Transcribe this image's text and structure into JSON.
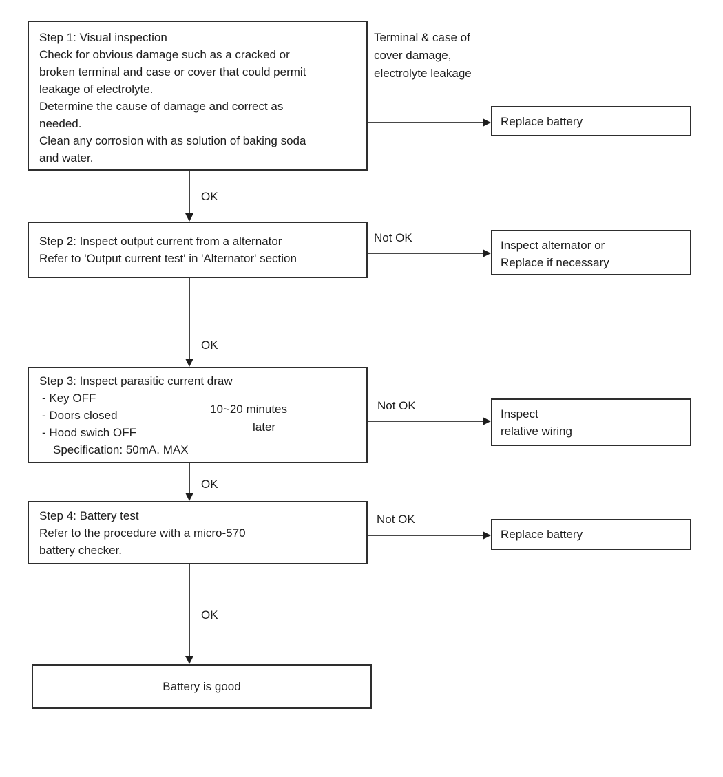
{
  "labels": {
    "ok": "OK",
    "not_ok": "Not OK"
  },
  "steps": {
    "step1": {
      "lines": [
        "Step 1: Visual inspection",
        "Check for obvious damage such as a cracked or",
        "broken terminal and case or cover that could permit",
        "leakage of electrolyte.",
        "Determine the cause of damage and correct as",
        "needed.",
        "Clean any corrosion with as solution of baking soda",
        "and water."
      ]
    },
    "step2": {
      "lines": [
        "Step 2: Inspect output current from a alternator",
        "Refer to 'Output current test' in 'Alternator' section"
      ]
    },
    "step3": {
      "title": "Step 3: Inspect parasitic current draw",
      "items": [
        "- Key OFF",
        "- Doors closed",
        "- Hood swich OFF"
      ],
      "spec": "Specification: 50mA. MAX"
    },
    "step4": {
      "lines": [
        "Step 4: Battery test",
        "Refer to the procedure with a micro-570",
        "battery checker."
      ]
    }
  },
  "outcomes": {
    "replace_battery_top": "Replace battery",
    "inspect_alternator_lines": [
      "Inspect alternator or",
      "Replace if necessary"
    ],
    "inspect_wiring_lines": [
      "Inspect",
      "relative wiring"
    ],
    "replace_battery_bottom": "Replace battery",
    "battery_good": "Battery is good"
  },
  "notes": {
    "terminal_lines": [
      "Terminal & case of",
      "cover damage,",
      "electrolyte leakage"
    ],
    "wait_lines": [
      "10~20 minutes",
      "later"
    ]
  },
  "colors": {
    "line": "#2e2e2e",
    "text": "#1d1d1d",
    "background": "#ffffff"
  }
}
